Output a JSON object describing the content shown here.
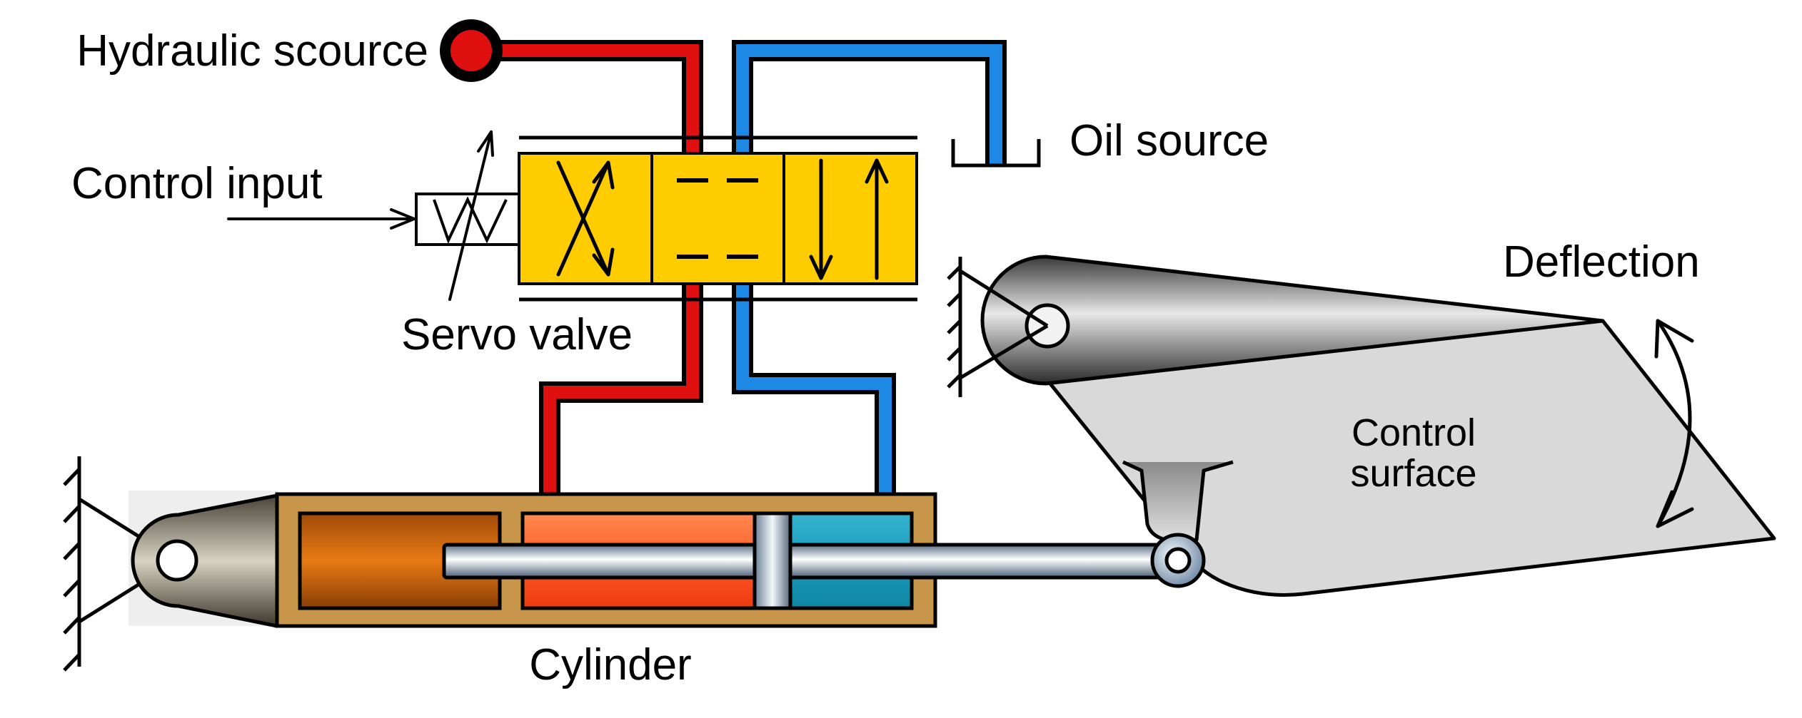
{
  "labels": {
    "hydraulic_source": "Hydraulic scource",
    "oil_source": "Oil source",
    "control_input": "Control input",
    "servo_valve": "Servo valve",
    "deflection": "Deflection",
    "control_surface_line1": "Control",
    "control_surface_line2": "surface",
    "cylinder": "Cylinder"
  },
  "colors": {
    "pressure_line": "#e01010",
    "return_line": "#1e88e5",
    "valve_body": "#ffcc00",
    "cylinder_housing": "#c8964a",
    "cylinder_left_chamber": "#d96a10",
    "cylinder_pressure_chamber": "#ff6030",
    "cylinder_return_chamber": "#1fa0c0",
    "control_surface": "#d9d9d9",
    "outline": "#000000"
  }
}
